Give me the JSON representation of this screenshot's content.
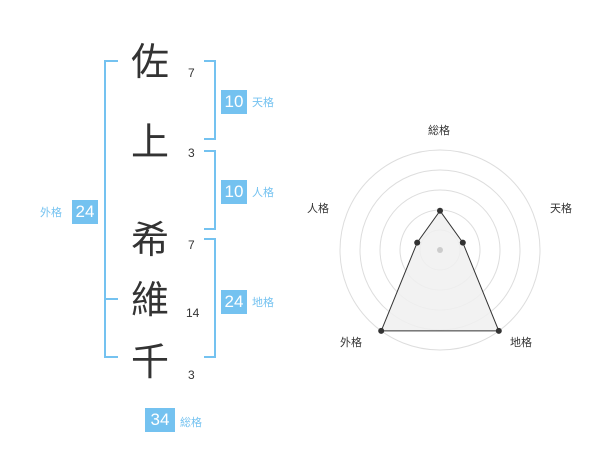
{
  "name_chars": [
    {
      "char": "佐",
      "strokes": "7"
    },
    {
      "char": "上",
      "strokes": "3"
    },
    {
      "char": "希",
      "strokes": "7"
    },
    {
      "char": "維",
      "strokes": "14"
    },
    {
      "char": "千",
      "strokes": "3"
    }
  ],
  "kaku": {
    "tenkaku": {
      "label": "天格",
      "value": "10"
    },
    "jinkaku": {
      "label": "人格",
      "value": "10"
    },
    "chikaku": {
      "label": "地格",
      "value": "24"
    },
    "gaikaku": {
      "label": "外格",
      "value": "24"
    },
    "soukaku": {
      "label": "総格",
      "value": "34"
    }
  },
  "radar": {
    "axes": [
      "総格",
      "天格",
      "地格",
      "外格",
      "人格"
    ],
    "levels": 5,
    "scores": [
      1,
      0,
      5,
      5,
      0
    ],
    "colors": {
      "ring": "#dddddd",
      "fill": "#f0f0f0",
      "line": "#333333",
      "point": "#333333",
      "center": "#cccccc"
    }
  },
  "colors": {
    "accent": "#74c2f0",
    "text": "#333333"
  }
}
